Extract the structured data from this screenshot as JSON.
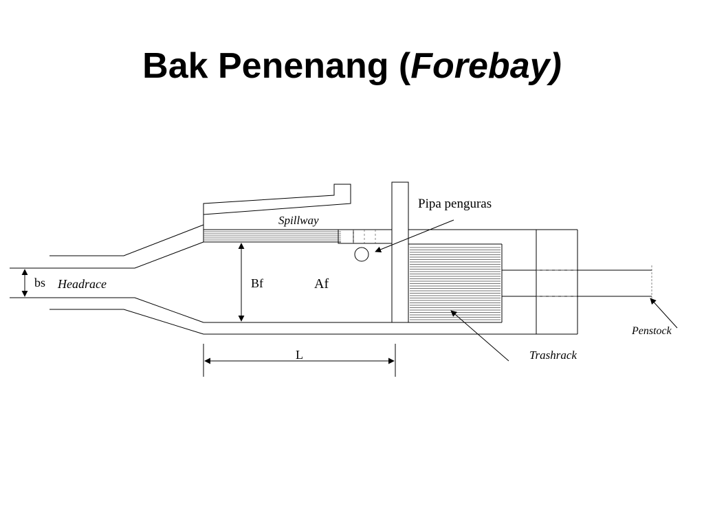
{
  "title": {
    "main": "Bak Penenang (",
    "italic": "Forebay)"
  },
  "labels": {
    "pipa_penguras": "Pipa penguras",
    "spillway": "Spillway",
    "headrace": "Headrace",
    "bs": "bs",
    "bf": "Bf",
    "af": "Af",
    "l": "L",
    "trashrack": "Trashrack",
    "penstock": "Penstock"
  },
  "colors": {
    "line": "#000000",
    "background": "#ffffff"
  }
}
